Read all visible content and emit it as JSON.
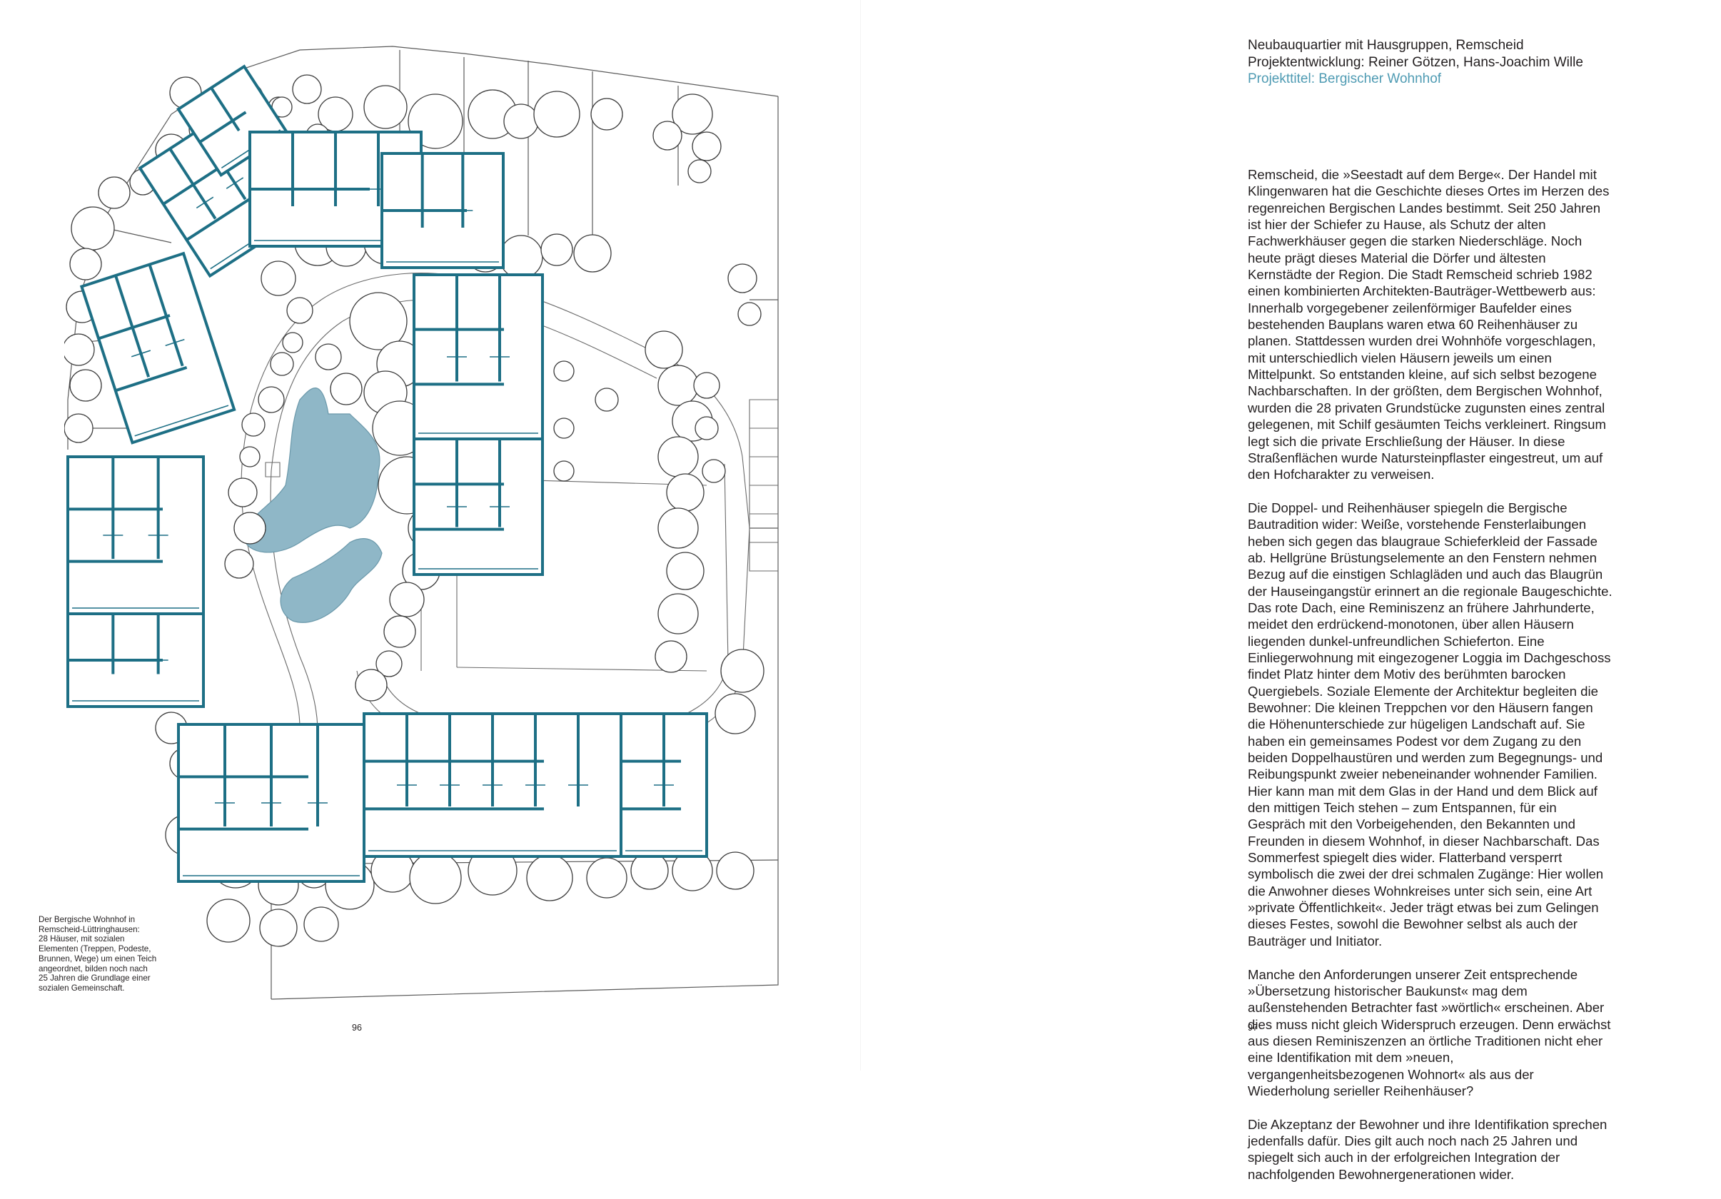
{
  "left_page": {
    "caption": "Der Bergische Wohnhof in\nRemscheid-Lüttringhausen:\n28 Häuser, mit sozialen\nElementen (Treppen, Podeste,\nBrunnen, Wege) um einen Teich\nangeordnet, bilden noch nach\n25 Jahren die Grundlage einer\nsozialen Gemeinschaft.",
    "page_number": "96"
  },
  "right_page": {
    "heading_line_1": "Neubauquartier mit Hausgruppen, Remscheid",
    "heading_line_2": "Projektentwicklung: Reiner Götzen, Hans-Joachim Wille",
    "project_title": "Projekttitel: Bergischer Wohnhof",
    "paragraphs": [
      "Remscheid, die »Seestadt auf dem Berge«. Der Handel mit Klingenwaren hat die Geschichte dieses Ortes im Herzen des regenreichen Bergischen Landes bestimmt. Seit 250 Jahren ist hier der Schiefer zu Hause, als Schutz der alten Fachwerkhäuser gegen die starken Niederschläge. Noch heute prägt dieses Material die Dörfer und ältesten Kernstädte der Region. Die Stadt Remscheid schrieb 1982 einen kombinierten Architekten-Bauträger-Wettbewerb aus: Innerhalb vorgegebener zeilenförmiger Baufelder eines bestehenden Bauplans waren etwa 60 Reihenhäuser zu planen. Stattdessen wurden drei Wohnhöfe vorgeschlagen, mit unterschiedlich vielen Häusern jeweils um einen Mittelpunkt. So entstanden kleine, auf sich selbst bezogene Nachbarschaften. In der größten, dem Bergischen Wohnhof, wurden die 28 privaten Grundstücke zugunsten eines zentral gelegenen, mit Schilf gesäumten Teichs verkleinert. Ringsum legt sich die private Erschließung der Häuser. In diese Straßenflächen wurde Natursteinpflaster eingestreut, um auf den Hofcharakter zu verweisen.",
      "Die Doppel- und Reihenhäuser spiegeln die Bergische Bautradition wider: Weiße, vorstehende Fensterlaibungen heben sich gegen das blaugraue Schieferkleid der Fassade ab. Hellgrüne Brüstungselemente an den Fenstern nehmen Bezug auf die einstigen Schlagläden und auch das Blaugrün der Hauseingangstür erinnert an die regionale Baugeschichte. Das rote Dach, eine Reminiszenz an frühere Jahrhunderte, meidet den erdrückend-monotonen, über allen Häusern liegenden dunkel-unfreundlichen Schieferton. Eine Einliegerwohnung mit eingezogener Loggia im Dachgeschoss findet Platz hinter dem Motiv des berühmten barocken Quergiebels. Soziale Elemente der Architektur begleiten die Bewohner: Die kleinen Treppchen vor den Häusern fangen die Höhenunterschiede zur hügeligen Landschaft auf. Sie haben ein gemeinsames Podest vor dem Zugang zu den beiden Doppelhaustüren und werden zum Begegnungs- und Reibungspunkt zweier nebeneinander wohnender Familien. Hier kann man mit dem Glas in der Hand und dem Blick auf den mittigen Teich stehen – zum Entspannen, für ein Gespräch mit den Vorbeigehenden, den Bekannten und Freunden in diesem Wohnhof, in dieser Nachbarschaft. Das Sommerfest spiegelt dies wider. Flatterband versperrt symbolisch die zwei der drei schmalen Zugänge: Hier wollen die Anwohner dieses Wohnkreises unter sich sein, eine Art »private Öffentlichkeit«. Jeder trägt etwas bei zum Gelingen dieses Festes, sowohl die Bewohner selbst als auch der Bauträger und Initiator.",
      "Manche den Anforderungen unserer Zeit entsprechende »Übersetzung historischer Baukunst« mag dem außenstehenden Betrachter fast »wörtlich« erscheinen. Aber dies muss nicht gleich Widerspruch erzeugen. Denn erwächst aus diesen Reminiszenzen an örtliche Traditionen nicht eher eine Identifikation mit dem »neuen, vergangenheitsbezogenen Wohnort« als aus der Wiederholung serieller Reihenhäuser?",
      "Die Akzeptanz der Bewohner und ihre Identifikation sprechen jedenfalls dafür. Dies gilt auch noch nach 25 Jahren und spiegelt sich auch in der erfolgreichen Integration der nachfolgenden Bewohnergenerationen wider."
    ],
    "page_number": "97"
  },
  "colors": {
    "house_outline": "#1d6f85",
    "pond": "#8fb7c7",
    "accent_text": "#4f9bb3",
    "text": "#231f20"
  }
}
